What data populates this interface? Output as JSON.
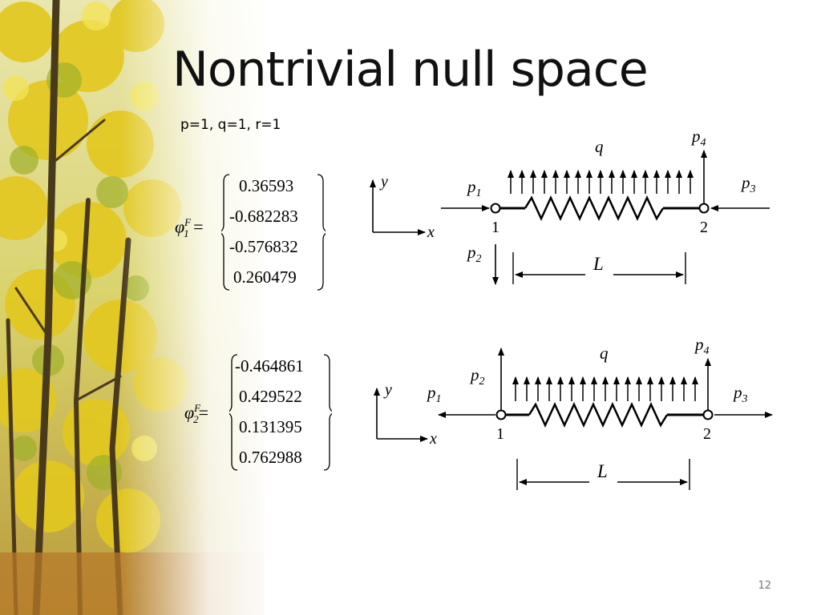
{
  "slide": {
    "title": "Nontrivial null space",
    "params": "p=1, q=1, r=1",
    "page_number": "12"
  },
  "equations": [
    {
      "symbol": "φ",
      "superscript": "F",
      "subscript": "1",
      "values": [
        "0.36593",
        "-0.682283",
        "-0.576832",
        "0.260479"
      ]
    },
    {
      "symbol": "φ",
      "superscript": "F",
      "subscript": "2",
      "values": [
        "-0.464861",
        "0.429522",
        "0.131395",
        "0.762988"
      ]
    }
  ],
  "diagrams": [
    {
      "labels": {
        "y": "y",
        "x": "x",
        "p1": "p1",
        "p2": "p2",
        "p3": "p3",
        "p4": "p4",
        "q": "q",
        "node1": "1",
        "node2": "2",
        "length": "L"
      }
    },
    {
      "labels": {
        "y": "y",
        "x": "x",
        "p1": "p1",
        "p2": "p2",
        "p3": "p3",
        "p4": "p4",
        "q": "q",
        "node1": "1",
        "node2": "2",
        "length": "L"
      }
    }
  ]
}
